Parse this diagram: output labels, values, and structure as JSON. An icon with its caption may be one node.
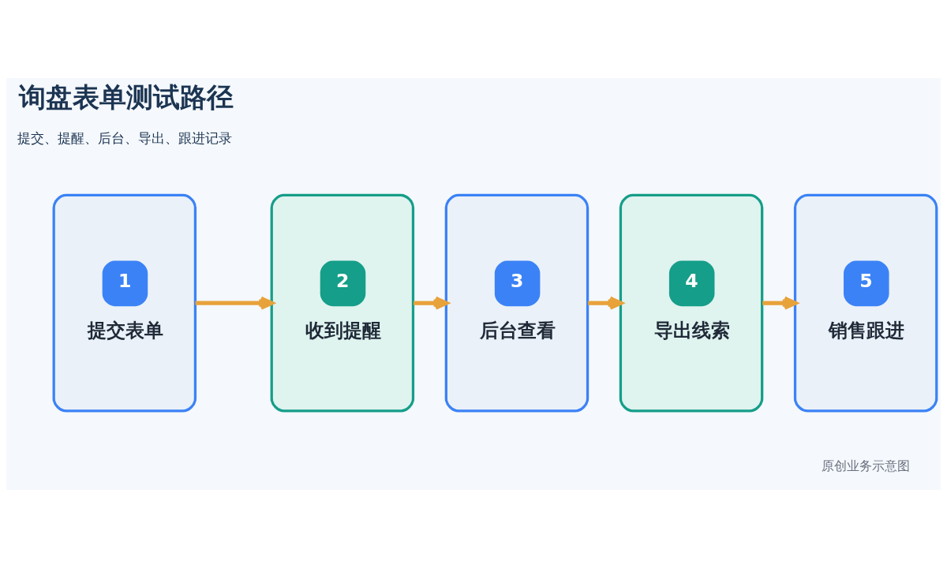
{
  "diagram": {
    "title": "询盘表单测试路径",
    "nodes": [
      {
        "text": [
          "1",
          "提交表单"
        ]
      },
      {
        "text": [
          "2",
          "收到提醒"
        ]
      },
      {
        "text": [
          "3",
          "后台查看"
        ]
      },
      {
        "text": [
          "4",
          "导出线索"
        ]
      },
      {
        "text": [
          "5",
          "销售跟进"
        ]
      }
    ],
    "edges": [
      {
        "from": 0,
        "to": 1,
        "arrow": "to"
      },
      {
        "from": 1,
        "to": 2,
        "arrow": "to"
      },
      {
        "from": 2,
        "to": 3,
        "arrow": "to"
      },
      {
        "from": 3,
        "to": 4,
        "arrow": "to"
      }
    ],
    "labels": [
      "提交、提醒、后台、导出、跟进记录",
      "原创业务示意图"
    ]
  }
}
